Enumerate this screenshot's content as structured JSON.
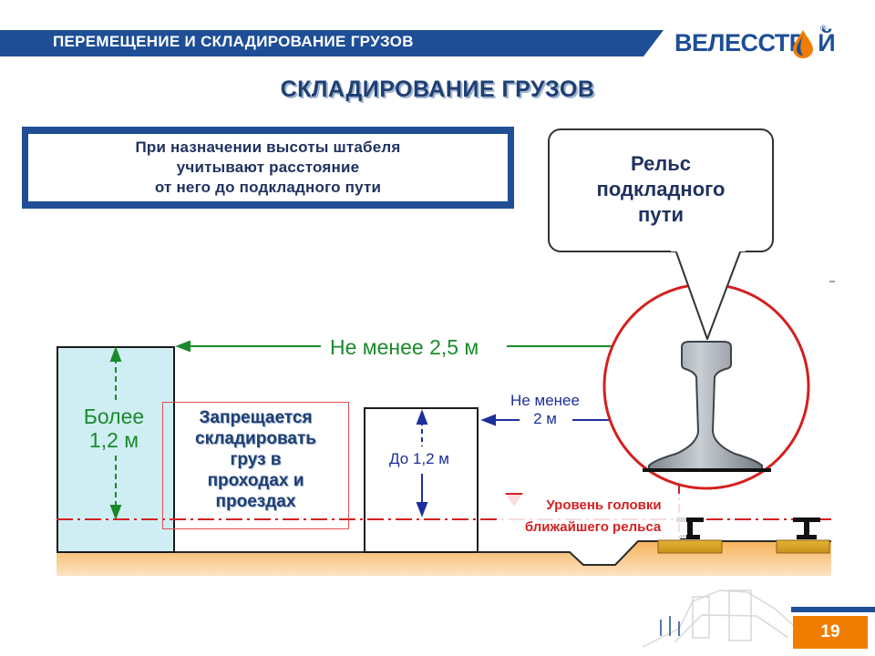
{
  "header": {
    "title": "ПЕРЕМЕЩЕНИЕ И СКЛАДИРОВАНИЕ ГРУЗОВ",
    "logo_text": "ВЕЛЕССТР  Й",
    "logo_mark": "®",
    "band_color": "#1d4e96"
  },
  "section_title": "СКЛАДИРОВАНИЕ ГРУЗОВ",
  "info_box": {
    "lines": [
      "При назначении высоты штабеля",
      "учитывают расстояние",
      "от него до подкладного пути"
    ]
  },
  "callout": {
    "lines": [
      "Рельс",
      "подкладного",
      "пути"
    ]
  },
  "diagram": {
    "label_more": [
      "Более",
      "1,2 м"
    ],
    "label_min_25": "Не менее 2,5 м",
    "label_min_2": [
      "Не менее",
      "2 м"
    ],
    "label_upto": "До 1,2 м",
    "forbidden": [
      "Запрещается",
      "складировать",
      "груз в",
      "проходах и",
      "проездах"
    ],
    "rail_level": [
      "Уровень головки",
      "ближайшего рельса"
    ]
  },
  "footer": {
    "page_number": "19",
    "accent_color": "#f07d00"
  }
}
